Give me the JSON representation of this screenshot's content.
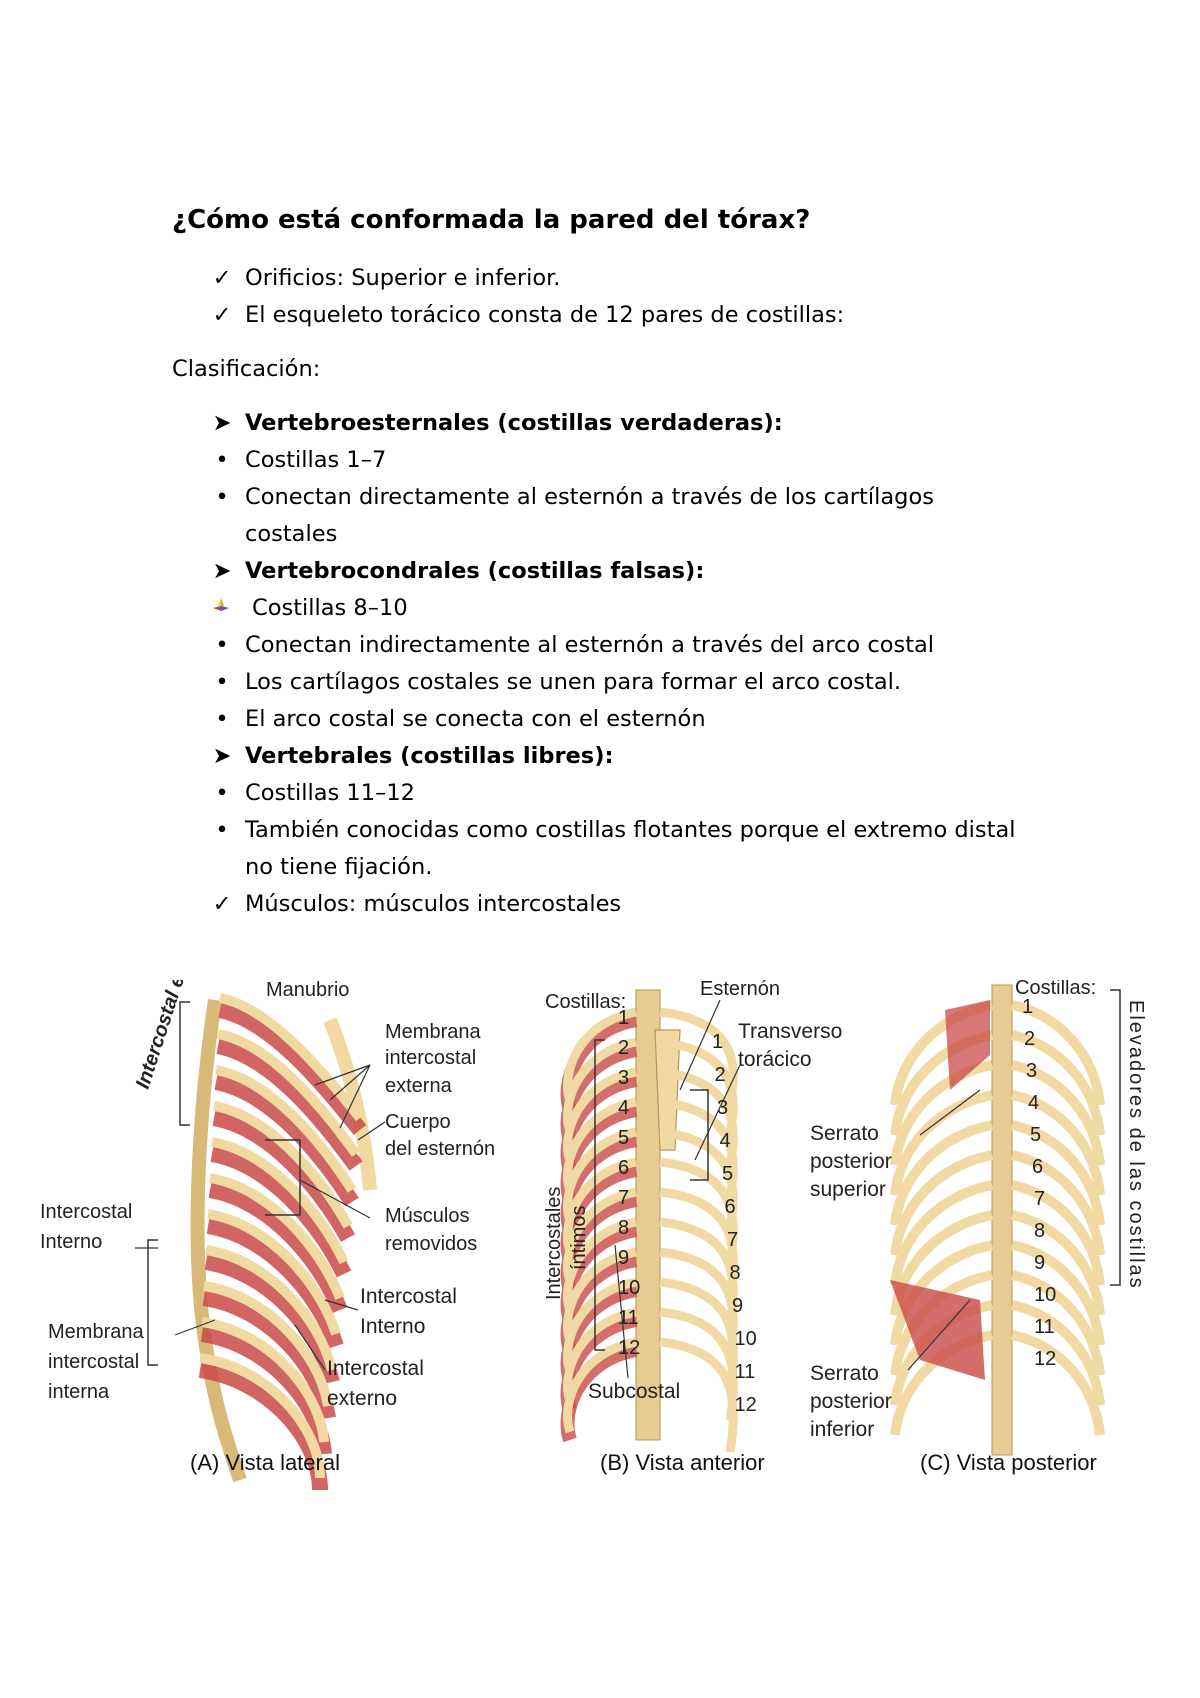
{
  "question": "¿Cómo está conformada la pared del tórax?",
  "top_items": [
    "Orificios: Superior e inferior.",
    "El esqueleto torácico consta de 12 pares de costillas:"
  ],
  "classification_label": "Clasificación:",
  "groups": [
    {
      "title": "Vertebroesternales (costillas verdaderas):",
      "bullets": [
        "Costillas 1–7",
        "Conectan directamente al esternón a través de los cartílagos",
        "costales"
      ]
    },
    {
      "title": "Vertebrocondrales (costillas falsas):",
      "bullets": [
        "Costillas 8–10",
        "Conectan indirectamente al esternón a través del arco costal",
        "Los cartílagos costales se unen para formar el arco costal.",
        "El arco costal se conecta con el esternón"
      ]
    },
    {
      "title": "Vertebrales (costillas libres):",
      "bullets": [
        "Costillas 11–12",
        "También conocidas como costillas flotantes porque el extremo distal",
        "no tiene fijación."
      ]
    }
  ],
  "muscles_item": "Músculos: músculos intercostales",
  "icons": {
    "check": "check-icon",
    "arrow": "arrow-bullet-icon",
    "dot": "bullet-dot-icon",
    "special": "colored-bullet-icon"
  },
  "figure": {
    "panel_a": {
      "caption": "(A) Vista lateral",
      "labels": {
        "intercostal_externo_side": "Intercostal externo",
        "manubrio": "Manubrio",
        "membrana_ext_1": "Membrana",
        "membrana_ext_2": "intercostal",
        "membrana_ext_3": "externa",
        "cuerpo_1": "Cuerpo",
        "cuerpo_2": "del esternón",
        "musculos_1": "Músculos",
        "musculos_2": "removidos",
        "intercostal_interno_left_1": "Intercostal",
        "intercostal_interno_left_2": "Interno",
        "membrana_int_1": "Membrana",
        "membrana_int_2": "intercostal",
        "membrana_int_3": "interna",
        "intercostal_interno_1": "Intercostal",
        "intercostal_interno_2": "Interno",
        "intercostal_externo_1": "Intercostal",
        "intercostal_externo_2": "externo"
      }
    },
    "panel_b": {
      "caption": "(B) Vista anterior",
      "labels": {
        "costillas": "Costillas:",
        "esternon": "Esternón",
        "transverso_1": "Transverso",
        "transverso_2": "torácico",
        "intercostales": "Intercostales",
        "intimos": "íntimos",
        "subcostal": "Subcostal"
      },
      "rib_numbers": [
        "1",
        "2",
        "3",
        "4",
        "5",
        "6",
        "7",
        "8",
        "9",
        "10",
        "11",
        "12"
      ]
    },
    "panel_c": {
      "caption": "(C) Vista posterior",
      "labels": {
        "costillas": "Costillas:",
        "elevadores": "Elevadores de las costillas",
        "serrato_sup_1": "Serrato",
        "serrato_sup_2": "posterior",
        "serrato_sup_3": "superior",
        "serrato_inf_1": "Serrato",
        "serrato_inf_2": "posterior",
        "serrato_inf_3": "inferior"
      },
      "rib_numbers": [
        "1",
        "2",
        "3",
        "4",
        "5",
        "6",
        "7",
        "8",
        "9",
        "10",
        "11",
        "12"
      ]
    },
    "colors": {
      "bone": "#f0d9a2",
      "bone_edge": "#b8955a",
      "muscle": "#c94a48",
      "cartilage": "#c9dbe8"
    }
  }
}
